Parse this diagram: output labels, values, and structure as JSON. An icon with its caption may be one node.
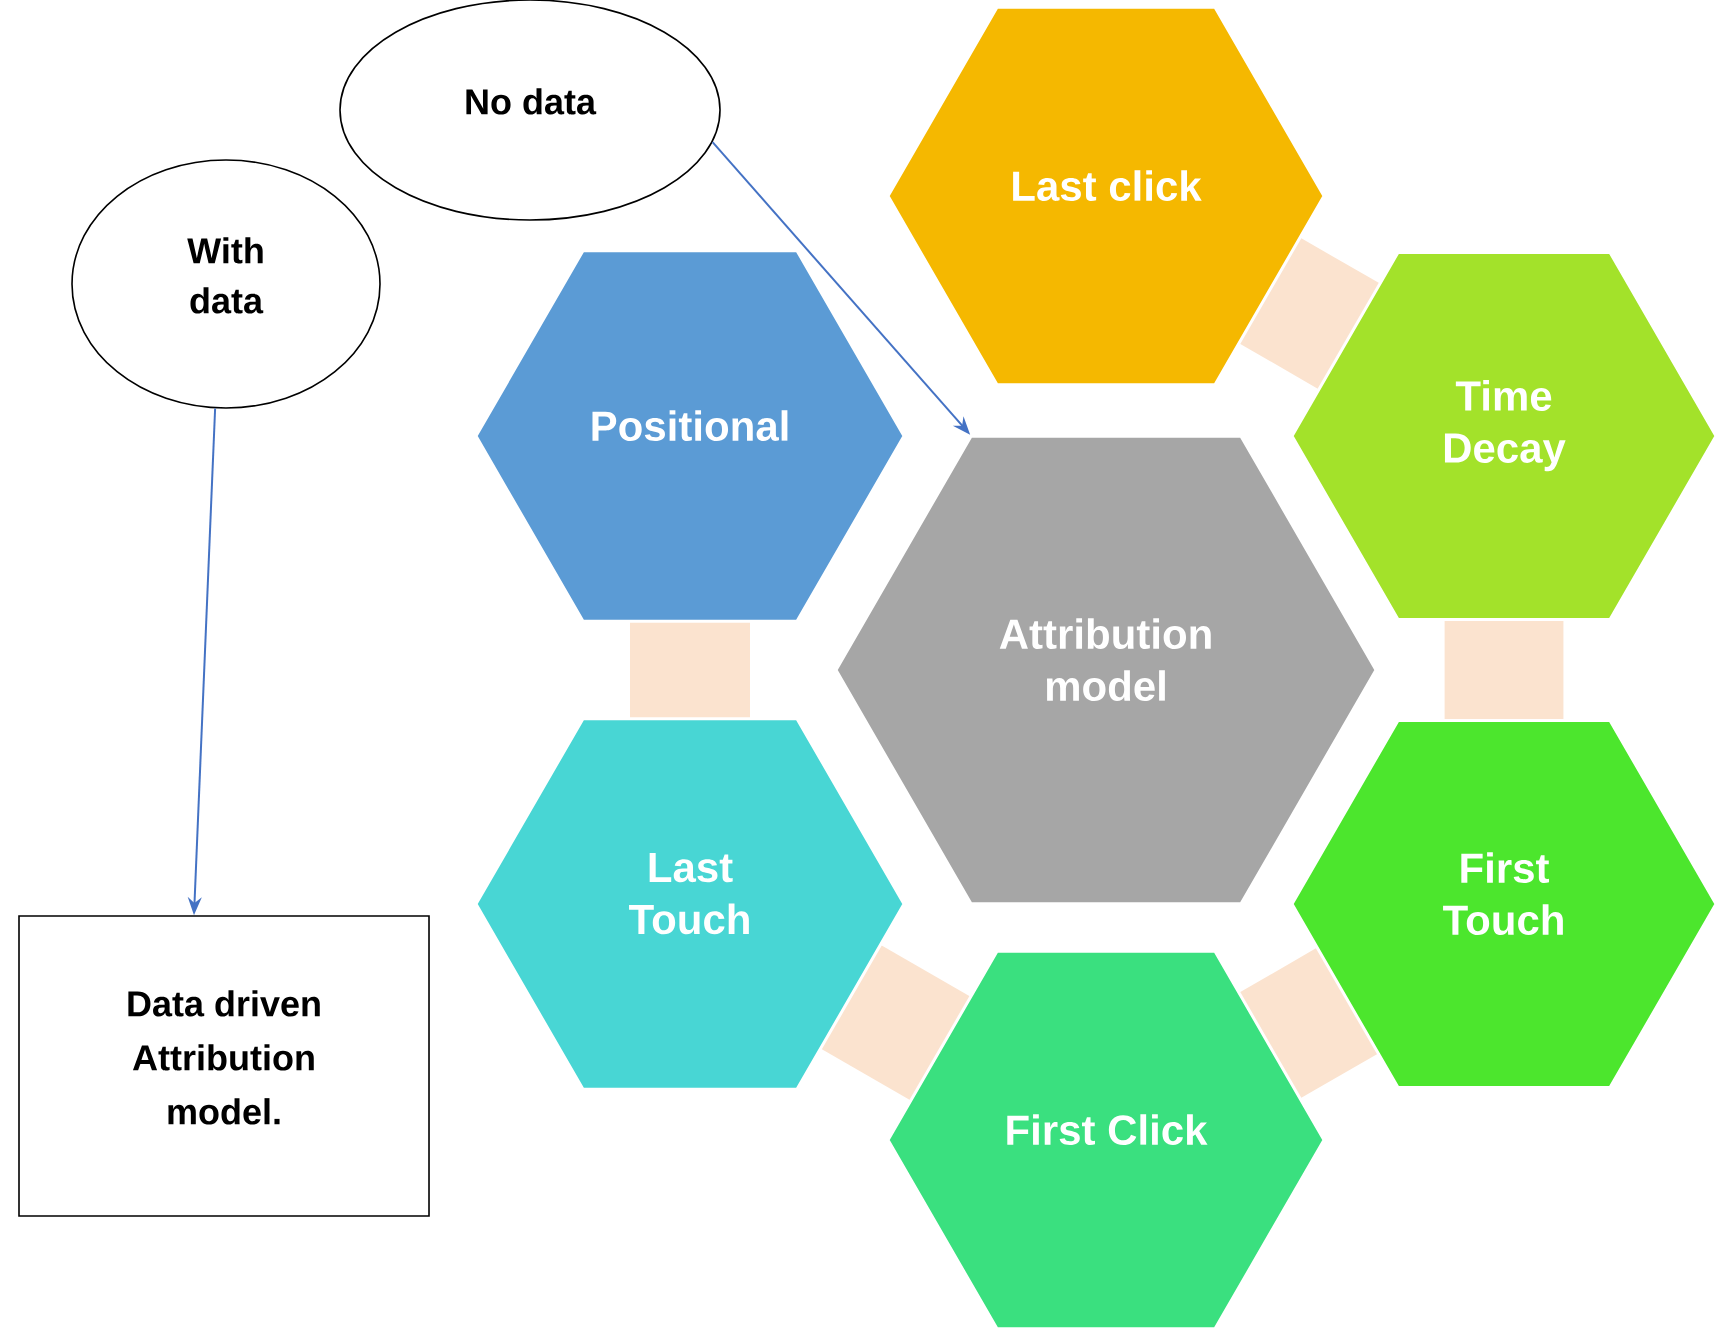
{
  "diagram": {
    "nodes": [
      {
        "text": [
          "No data"
        ]
      },
      {
        "text": [
          "With data"
        ]
      },
      {
        "text": [
          "Last click"
        ]
      },
      {
        "text": [
          "Positional"
        ]
      },
      {
        "text": [
          "Time Decay"
        ]
      },
      {
        "text": [
          "Attribution model"
        ]
      },
      {
        "text": [
          "Last Touch"
        ]
      },
      {
        "text": [
          "First Touch"
        ]
      },
      {
        "text": [
          "Data driven Attribution model."
        ]
      },
      {
        "text": [
          "First Click"
        ]
      }
    ],
    "edges": [
      {
        "from": 0,
        "to": 5,
        "arrow": "to"
      },
      {
        "from": 1,
        "to": 8,
        "arrow": "to"
      }
    ]
  }
}
